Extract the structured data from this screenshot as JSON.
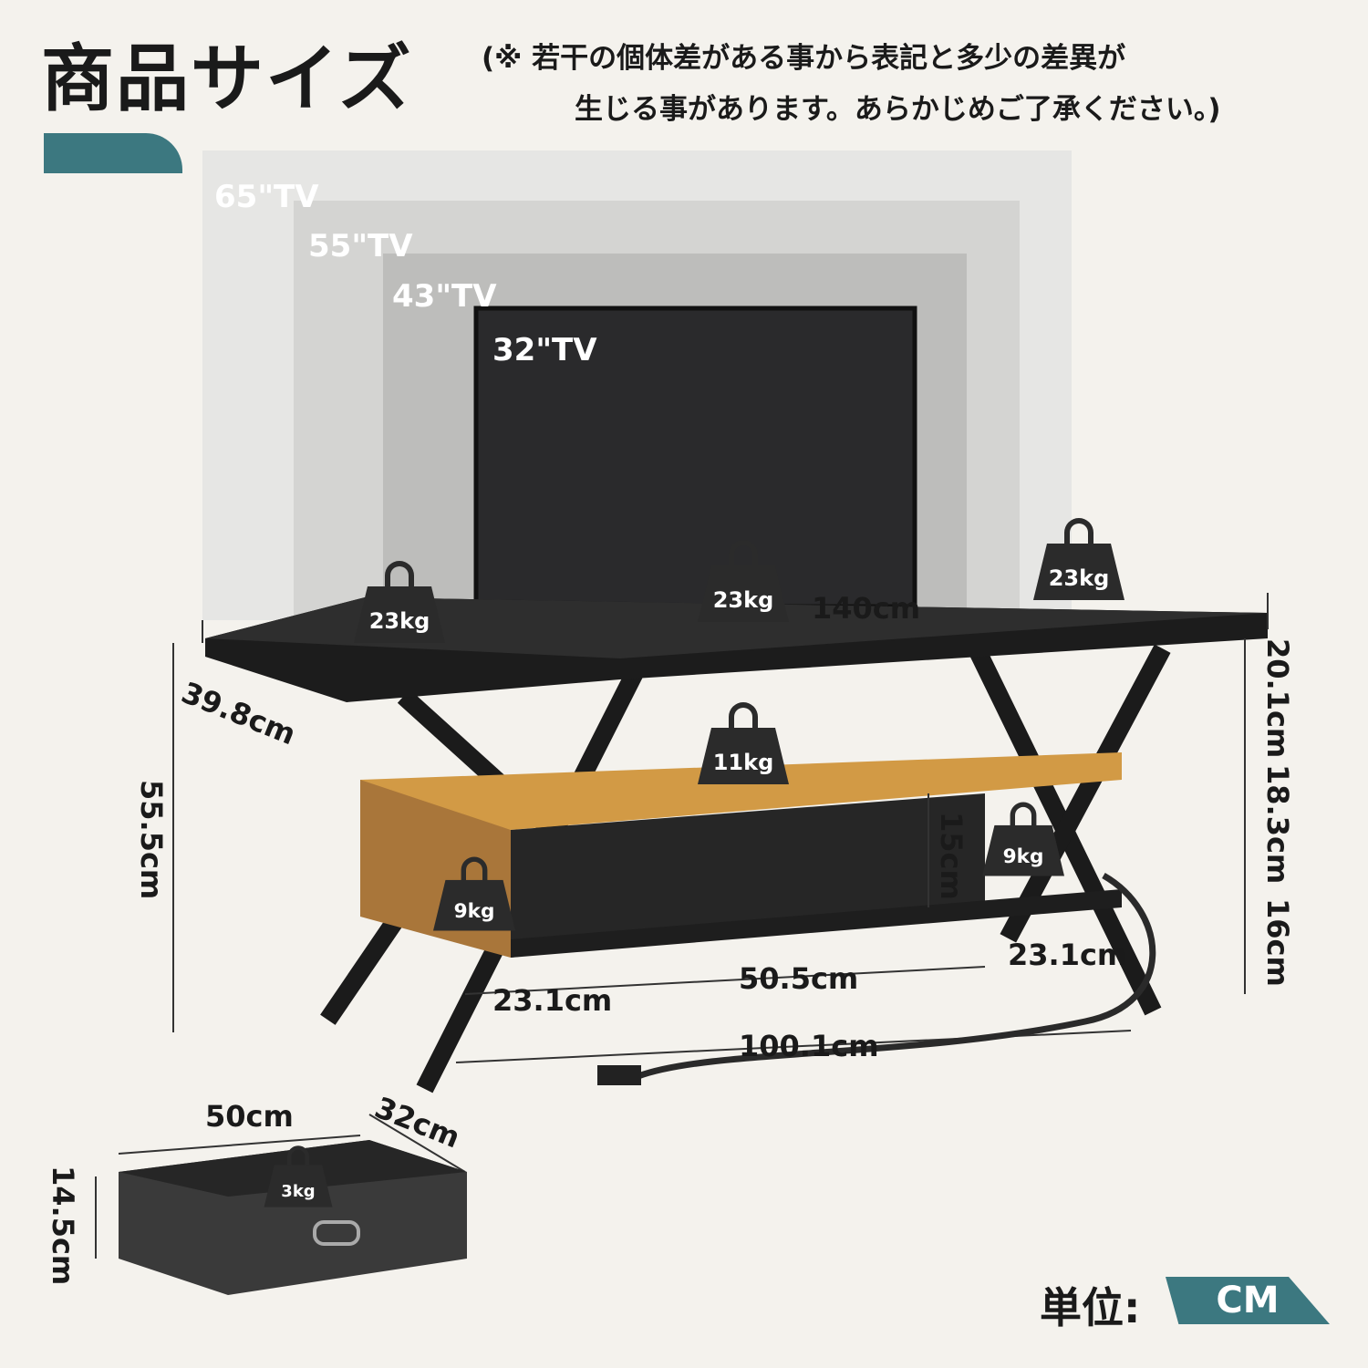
{
  "header": {
    "title": "商品サイズ",
    "note_line1": "(※ 若干の個体差がある事から表記と多少の差異が",
    "note_line2": "生じる事があります。あらかじめご了承ください。)"
  },
  "tv_sizes": [
    "65\"TV",
    "55\"TV",
    "43\"TV",
    "32\"TV"
  ],
  "dimensions": {
    "width_top": "140cm",
    "depth": "39.8cm",
    "height_total": "55.5cm",
    "h_upper": "20.1cm",
    "h_middle": "18.3cm",
    "h_lower": "16cm",
    "cubby_height": "15cm",
    "left_cubby": "23.1cm",
    "center": "50.5cm",
    "right_cubby": "23.1cm",
    "base_width": "100.1cm"
  },
  "loads": {
    "top_left": "23kg",
    "top_center": "23kg",
    "top_right": "23kg",
    "middle_shelf": "11kg",
    "left_lower": "9kg",
    "right_lower": "9kg",
    "bin": "3kg"
  },
  "bin": {
    "width": "50cm",
    "depth": "32cm",
    "height": "14.5cm"
  },
  "unit": {
    "label": "単位:",
    "value": "CM"
  },
  "colors": {
    "accent": "#3c7880",
    "background": "#f4f2ed",
    "wood": "#c8913f",
    "black": "#1e1e1e"
  }
}
